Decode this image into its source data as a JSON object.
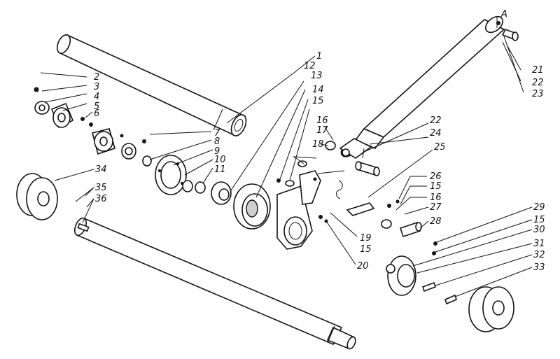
{
  "diagram": {
    "callouts": [
      {
        "id": "l1",
        "text": "1"
      },
      {
        "id": "l2",
        "text": "2"
      },
      {
        "id": "l3",
        "text": "3"
      },
      {
        "id": "l4",
        "text": "4"
      },
      {
        "id": "l5",
        "text": "5"
      },
      {
        "id": "l6",
        "text": "6"
      },
      {
        "id": "l7",
        "text": "7"
      },
      {
        "id": "l8",
        "text": "8"
      },
      {
        "id": "l9",
        "text": "9"
      },
      {
        "id": "l10",
        "text": "10"
      },
      {
        "id": "l11",
        "text": "11"
      },
      {
        "id": "l12",
        "text": "12"
      },
      {
        "id": "l13",
        "text": "13"
      },
      {
        "id": "l14",
        "text": "14"
      },
      {
        "id": "l15a",
        "text": "15"
      },
      {
        "id": "l16a",
        "text": "16"
      },
      {
        "id": "l17",
        "text": "17"
      },
      {
        "id": "l18",
        "text": "18"
      },
      {
        "id": "l19",
        "text": "19"
      },
      {
        "id": "l15b",
        "text": "15"
      },
      {
        "id": "l20",
        "text": "20"
      },
      {
        "id": "l21",
        "text": "21"
      },
      {
        "id": "l22a",
        "text": "22"
      },
      {
        "id": "l23",
        "text": "23"
      },
      {
        "id": "l22b",
        "text": "22"
      },
      {
        "id": "l24",
        "text": "24"
      },
      {
        "id": "l25",
        "text": "25"
      },
      {
        "id": "l26",
        "text": "26"
      },
      {
        "id": "l15c",
        "text": "15"
      },
      {
        "id": "l16b",
        "text": "16"
      },
      {
        "id": "l27",
        "text": "27"
      },
      {
        "id": "l28",
        "text": "28"
      },
      {
        "id": "l29",
        "text": "29"
      },
      {
        "id": "l15d",
        "text": "15"
      },
      {
        "id": "l30",
        "text": "30"
      },
      {
        "id": "l31",
        "text": "31"
      },
      {
        "id": "l32",
        "text": "32"
      },
      {
        "id": "l33",
        "text": "33"
      },
      {
        "id": "l34",
        "text": "34"
      },
      {
        "id": "l35",
        "text": "35"
      },
      {
        "id": "l36",
        "text": "36"
      },
      {
        "id": "lA",
        "text": "A"
      }
    ]
  }
}
